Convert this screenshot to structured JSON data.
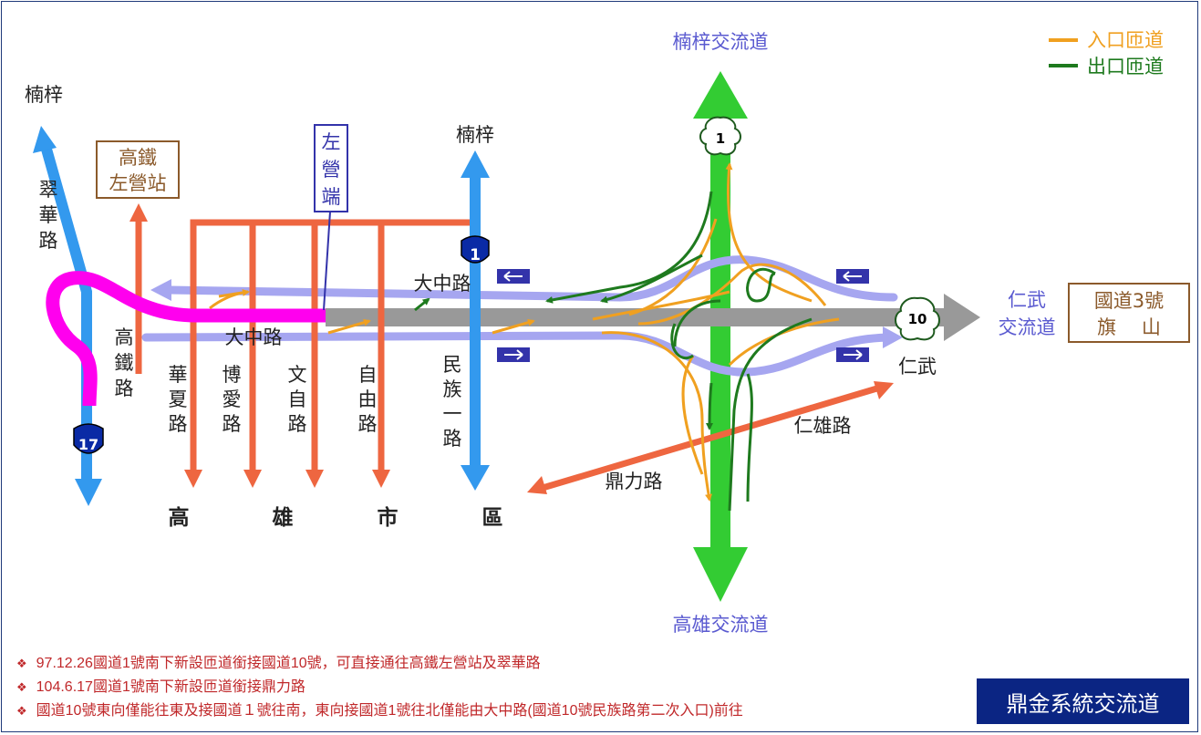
{
  "legend": {
    "entrance": "入口匝道",
    "exit": "出口匝道"
  },
  "colors": {
    "entrance": "#f0a020",
    "exit": "#1e7a1e",
    "hwy1": "#33cc33",
    "hwy10": "#999999",
    "hwy17": "#3399ee",
    "lavender": "#a6a6f0",
    "street": "#ee6640",
    "magenta": "#ff00ee",
    "brown": "#8b5a2b",
    "purple": "#3333aa",
    "navy": "#0b2583"
  },
  "labels": {
    "nanzi_top": "楠梓交流道",
    "nanzi_left": "楠梓",
    "nanzi_mid": "楠梓",
    "hsr_station": [
      "高鐵",
      "左營站"
    ],
    "zuoying_end": [
      "左",
      "營",
      "端"
    ],
    "cuihua": [
      "翠",
      "華",
      "路"
    ],
    "gaotie": [
      "高",
      "鐵",
      "路"
    ],
    "huaxia": [
      "華",
      "夏",
      "路"
    ],
    "boai": [
      "博",
      "愛",
      "路"
    ],
    "wenzi": [
      "文",
      "自",
      "路"
    ],
    "ziyou": [
      "自",
      "由",
      "路"
    ],
    "minzu": [
      "民",
      "族",
      "一",
      "路"
    ],
    "dazhong_top": "大中路",
    "dazhong_bottom": "大中路",
    "renwu_interchange": [
      "仁武",
      "交流道"
    ],
    "guodao3": [
      "國道3號",
      "旗　 山"
    ],
    "renwu": "仁武",
    "renxiong": "仁雄路",
    "dingli": "鼎力路",
    "kaohsiung_interchange": "高雄交流道",
    "city": [
      "高",
      "雄",
      "市",
      "區"
    ]
  },
  "shields": {
    "hwy1_top": "1",
    "hwy1_mid": "1",
    "hwy10": "10",
    "hwy17": "17"
  },
  "notes": [
    "97.12.26國道1號南下新設匝道銜接國道10號，可直接通往高鐵左營站及翠華路",
    "104.6.17國道1號南下新設匝道銜接鼎力路",
    "國道10號東向僅能往東及接國道１號往南，東向接國道1號往北僅能由大中路(國道10號民族路第二次入口)前往"
  ],
  "note_bullet": "❖",
  "title": "鼎金系統交流道"
}
